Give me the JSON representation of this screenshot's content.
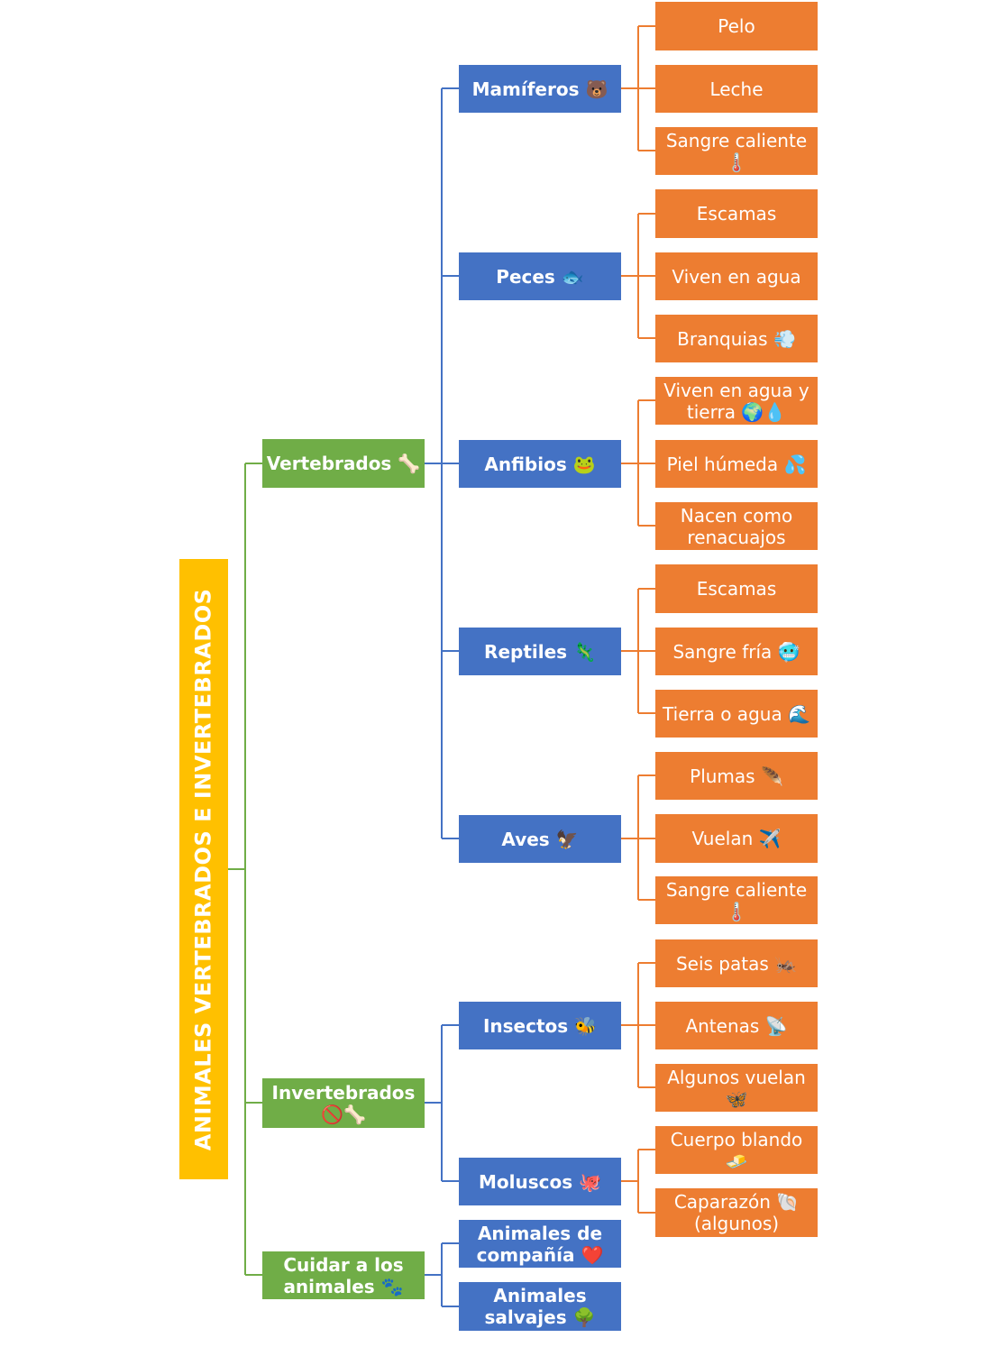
{
  "root": {
    "label": "ANIMALES VERTEBRADOS E INVERTEBRADOS",
    "color": "#FFC000"
  },
  "colors": {
    "root": "#FFC000",
    "level1": "#70AD47",
    "level2": "#4472C4",
    "level3": "#ED7D31",
    "connector_level1": "#70AD47",
    "connector_level2": "#4472C4",
    "connector_level3": "#ED7D31"
  },
  "groups": [
    {
      "label": "Vertebrados 🦴",
      "children": [
        {
          "label": "Mamíferos 🐻",
          "traits": [
            "Pelo",
            "Leche",
            "Sangre caliente 🌡️"
          ]
        },
        {
          "label": "Peces 🐟",
          "traits": [
            "Escamas",
            "Viven en agua",
            "Branquias 💨"
          ]
        },
        {
          "label": "Anfibios 🐸",
          "traits": [
            "Viven en agua y tierra 🌍💧",
            "Piel húmeda 💦",
            "Nacen como renacuajos"
          ]
        },
        {
          "label": "Reptiles 🦎",
          "traits": [
            "Escamas",
            "Sangre fría 🥶",
            "Tierra o agua 🌊"
          ]
        },
        {
          "label": "Aves 🦅",
          "traits": [
            "Plumas 🪶",
            "Vuelan ✈️",
            "Sangre caliente 🌡️"
          ]
        }
      ]
    },
    {
      "label": "Invertebrados 🚫🦴",
      "children": [
        {
          "label": "Insectos 🐝",
          "traits": [
            "Seis patas 🦗",
            "Antenas 📡",
            "Algunos vuelan 🦋"
          ]
        },
        {
          "label": "Moluscos 🐙",
          "traits": [
            "Cuerpo blando 🧈",
            "Caparazón 🐚 (algunos)"
          ]
        }
      ]
    },
    {
      "label": "Cuidar a los animales 🐾",
      "children": [
        {
          "label": "Animales de compañía ❤️",
          "traits": []
        },
        {
          "label": "Animales salvajes 🌳",
          "traits": []
        }
      ]
    }
  ]
}
